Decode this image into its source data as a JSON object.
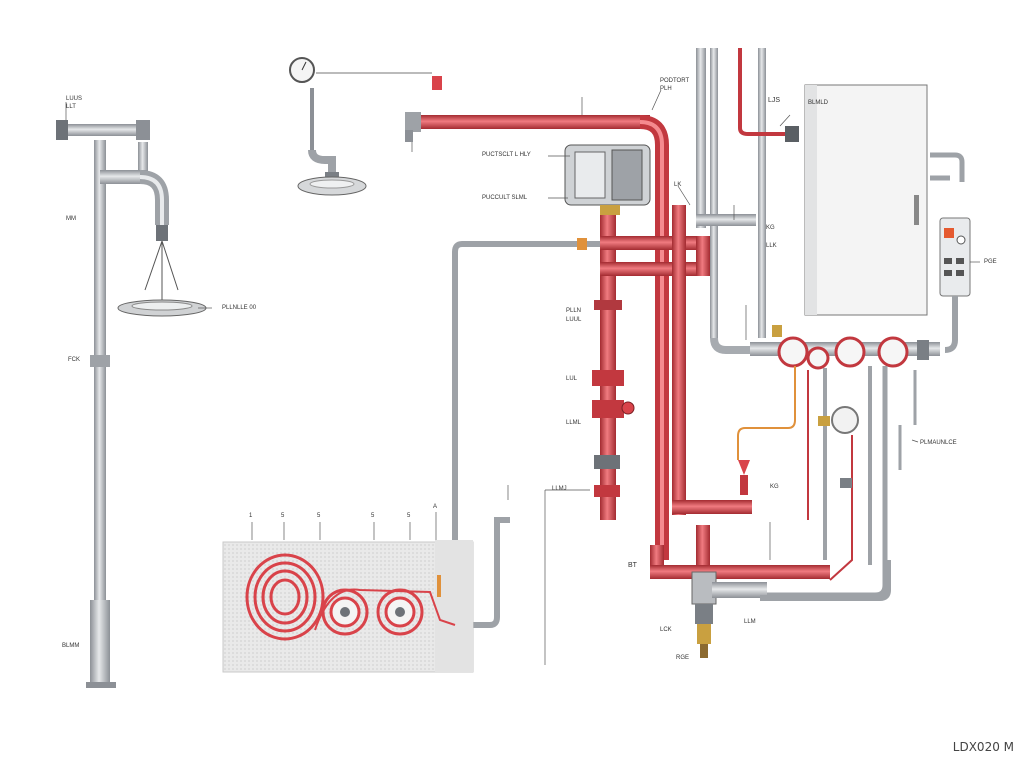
{
  "colors": {
    "fire_red": "#d9434a",
    "pipe_grey": "#b9bcc0",
    "pipe_dark": "#7a7f85",
    "panel_grey": "#f1f1f1",
    "hose_bed": "#e6e6e6",
    "copper": "#e0913b",
    "brass": "#c9a040"
  },
  "icons": [
    "pressure-gauge-icon",
    "shower-head-icon",
    "pump-icon",
    "control-panel-icon",
    "hose-reel-icon",
    "valve-icon",
    "spray-nozzle-icon",
    "hydrant-outlet-icon"
  ],
  "labels": {
    "left_top_1": "LUUS",
    "left_top_2": "LLT",
    "left_mid": "MM",
    "left_low": "FCK",
    "left_base": "BLMM",
    "left_nozzle": "PLLNLLE 00",
    "pump_upper": "PUCTSCLT L HLY",
    "pump_lower": "PUCCULT SLML",
    "top_center_1": "PODTORT",
    "top_center_2": "PLH",
    "riser_1": "PLLN",
    "riser_2": "LUUL",
    "riser_3": "LUL",
    "riser_4": "LLML",
    "riser_5": "LLMJ",
    "branch_1": "LK",
    "branch_2": "KG",
    "branch_3": "LLK",
    "panel_title": "LJS",
    "panel_name": "BLMLD",
    "panel_side": "PGE",
    "right_low": "PLMAUNLCE",
    "mid_low": "KG",
    "bottom_1": "BT",
    "bottom_2": "LCK",
    "bottom_3": "LLM",
    "bottom_4": "RGE",
    "reel_callouts": [
      "1",
      "5",
      "5",
      "5",
      "5",
      "A"
    ]
  },
  "model": "LDX020 M"
}
